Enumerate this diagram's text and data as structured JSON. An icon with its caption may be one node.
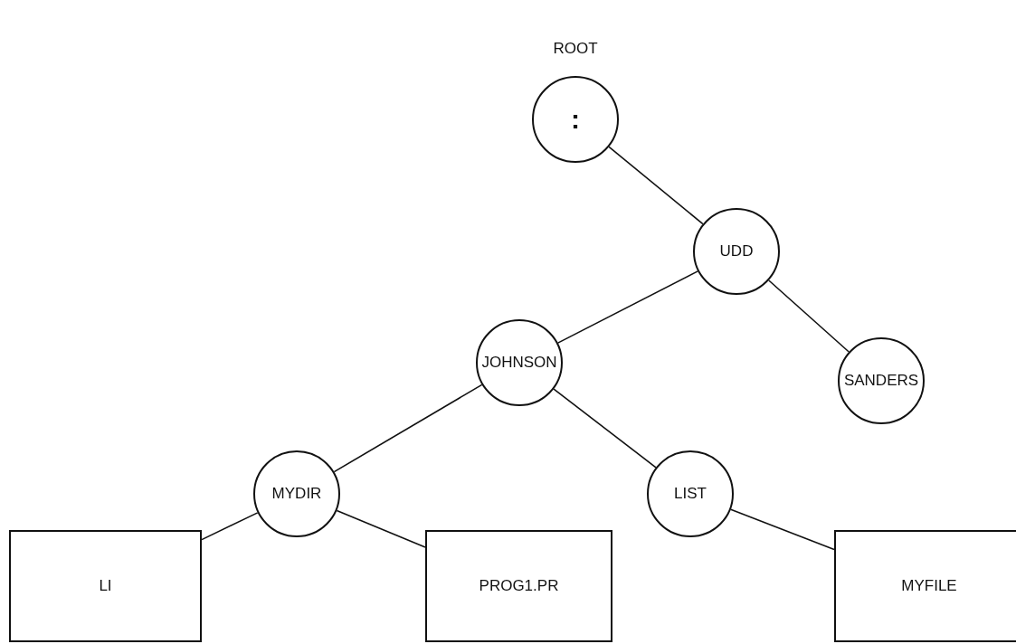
{
  "diagram": {
    "nodes": [
      {
        "text": [
          "ROOT",
          ":"
        ]
      },
      {
        "text": [
          "UDD"
        ]
      },
      {
        "text": [
          "JOHNSON"
        ]
      },
      {
        "text": [
          "SANDERS"
        ]
      },
      {
        "text": [
          "MYDIR"
        ]
      },
      {
        "text": [
          "LIST"
        ]
      },
      {
        "text": [
          "LI"
        ]
      },
      {
        "text": [
          "PROG1.PR"
        ]
      },
      {
        "text": [
          "MYFILE"
        ]
      }
    ],
    "edges": [
      {
        "from": 0,
        "to": 1,
        "arrow": "none"
      },
      {
        "from": 1,
        "to": 2,
        "arrow": "none"
      },
      {
        "from": 1,
        "to": 3,
        "arrow": "none"
      },
      {
        "from": 2,
        "to": 4,
        "arrow": "none"
      },
      {
        "from": 2,
        "to": 5,
        "arrow": "none"
      },
      {
        "from": 4,
        "to": 6,
        "arrow": "none"
      },
      {
        "from": 4,
        "to": 7,
        "arrow": "none"
      },
      {
        "from": 5,
        "to": 8,
        "arrow": "none"
      }
    ]
  }
}
